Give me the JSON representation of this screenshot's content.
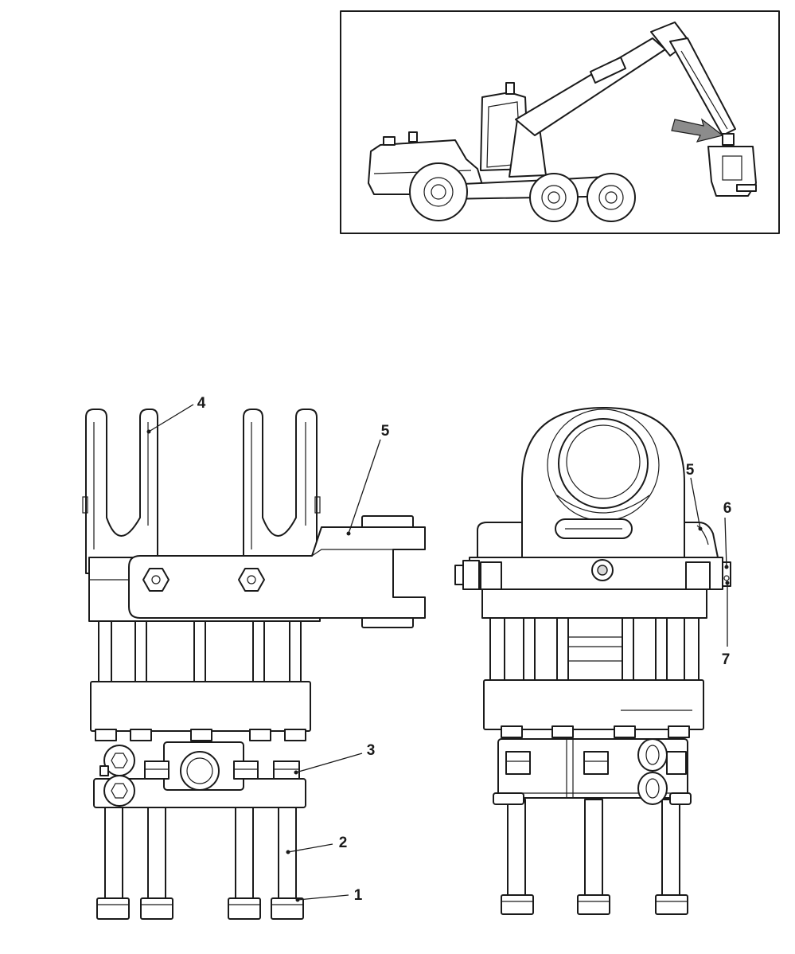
{
  "callouts": {
    "c1": "1",
    "c2": "2",
    "c3": "3",
    "c4": "4",
    "c5_left": "5",
    "c5_right": "5",
    "c6": "6",
    "c7": "7"
  },
  "colors": {
    "line": "#1a1a1a",
    "arrow": "#8c8c8c",
    "background": "#ffffff"
  }
}
